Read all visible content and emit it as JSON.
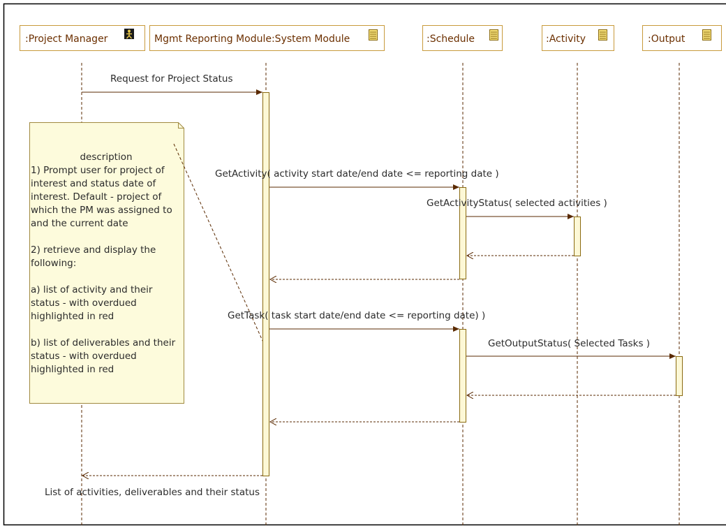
{
  "lifelines": [
    {
      "name": ":Project Manager",
      "icon": "actor-icon"
    },
    {
      "name": "Mgmt Reporting Module:System Module",
      "icon": "class-icon"
    },
    {
      "name": ":Schedule",
      "icon": "class-icon"
    },
    {
      "name": ":Activity",
      "icon": "class-icon"
    },
    {
      "name": ":Output",
      "icon": "class-icon"
    }
  ],
  "messages": [
    {
      "label": "Request for Project Status",
      "from": ":Project Manager",
      "to": "Mgmt Reporting Module:System Module",
      "kind": "call"
    },
    {
      "label": "GetActivity( activity start date/end date <= reporting date )",
      "from": "Mgmt Reporting Module:System Module",
      "to": ":Schedule",
      "kind": "call"
    },
    {
      "label": "GetActivityStatus( selected activities )",
      "from": ":Schedule",
      "to": ":Activity",
      "kind": "call"
    },
    {
      "label": "",
      "from": ":Activity",
      "to": ":Schedule",
      "kind": "return"
    },
    {
      "label": "",
      "from": ":Schedule",
      "to": "Mgmt Reporting Module:System Module",
      "kind": "return"
    },
    {
      "label": "GetTask( task start date/end date <= reporting date) )",
      "from": "Mgmt Reporting Module:System Module",
      "to": ":Schedule",
      "kind": "call"
    },
    {
      "label": "GetOutputStatus( Selected Tasks )",
      "from": ":Schedule",
      "to": ":Output",
      "kind": "call"
    },
    {
      "label": "",
      "from": ":Output",
      "to": ":Schedule",
      "kind": "return"
    },
    {
      "label": "",
      "from": ":Schedule",
      "to": "Mgmt Reporting Module:System Module",
      "kind": "return"
    },
    {
      "label": "List of activities, deliverables and their status",
      "from": "Mgmt Reporting Module:System Module",
      "to": ":Project Manager",
      "kind": "return"
    }
  ],
  "note": {
    "title": "description",
    "body": "1) Prompt user for project of interest and status date of interest. Default - project of which the PM was assigned to and the current date\n\n2) retrieve and display the following:\n\na) list of activity and their status - with overdued highlighted in red\n\nb) list of deliverables and their status - with overdued highlighted in red"
  },
  "colors": {
    "frame": "#000000",
    "header_border": "#c89a3c",
    "header_text": "#6b2f00",
    "activation_fill": "#fdf8d6",
    "note_fill": "#fdfbdc",
    "line": "#5a2a00"
  }
}
